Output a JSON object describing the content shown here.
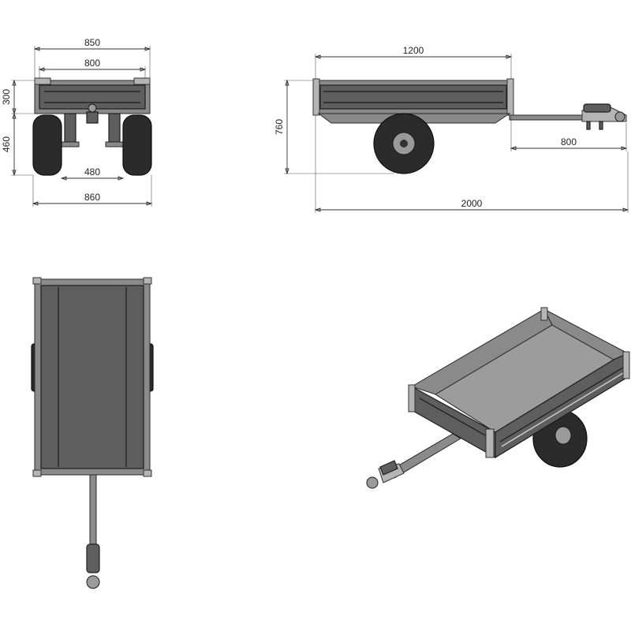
{
  "dimensions": {
    "front_width_outer": "850",
    "front_width_inner": "800",
    "front_box_height": "300",
    "front_wheel_height": "460",
    "front_axle_width": "480",
    "front_track_width": "860",
    "side_box_length": "1200",
    "side_total_height": "760",
    "side_drawbar_length": "800",
    "side_total_length": "2000"
  },
  "icons": {
    "front_view": "trailer-front-view-icon",
    "side_view": "trailer-side-view-icon",
    "top_view": "trailer-top-view-icon",
    "iso_view": "trailer-isometric-view-icon"
  }
}
